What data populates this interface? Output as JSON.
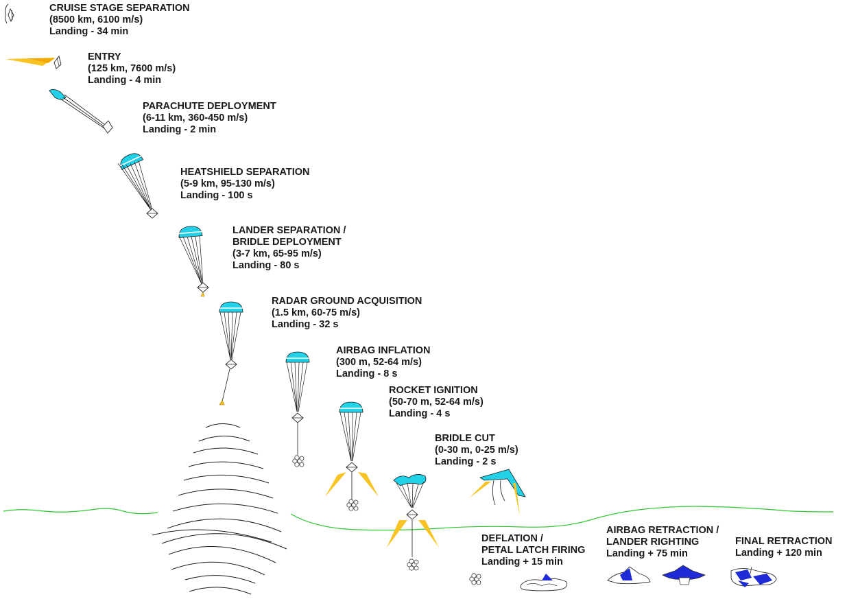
{
  "colors": {
    "canopy": "#22d0e8",
    "flame": "#f7c325",
    "lander_blue": "#1f2bd6",
    "ground": "#2ec72e",
    "line": "#1a1a1a"
  },
  "stages": [
    {
      "lines": [
        "CRUISE STAGE SEPARATION",
        "(8500 km, 6100 m/s)",
        "Landing - 34 min"
      ]
    },
    {
      "lines": [
        "ENTRY",
        "(125 km, 7600 m/s)",
        "Landing - 4 min"
      ]
    },
    {
      "lines": [
        "PARACHUTE DEPLOYMENT",
        "(6-11 km, 360-450 m/s)",
        "Landing - 2 min"
      ]
    },
    {
      "lines": [
        "HEATSHIELD SEPARATION",
        "(5-9 km, 95-130 m/s)",
        "Landing - 100 s"
      ]
    },
    {
      "lines": [
        "LANDER SEPARATION /",
        "BRIDLE DEPLOYMENT",
        "(3-7 km, 65-95 m/s)",
        "Landing - 80 s"
      ]
    },
    {
      "lines": [
        "RADAR GROUND ACQUISITION",
        "(1.5 km, 60-75 m/s)",
        "Landing - 32 s"
      ]
    },
    {
      "lines": [
        "AIRBAG INFLATION",
        "(300 m, 52-64 m/s)",
        "Landing - 8 s"
      ]
    },
    {
      "lines": [
        "ROCKET IGNITION",
        "(50-70 m, 52-64 m/s)",
        "Landing -  4 s"
      ]
    },
    {
      "lines": [
        "BRIDLE CUT",
        "(0-30 m, 0-25 m/s)",
        "Landing - 2 s"
      ]
    },
    {
      "lines": [
        "DEFLATION /",
        "PETAL LATCH FIRING",
        "Landing + 15 min"
      ]
    },
    {
      "lines": [
        "AIRBAG RETRACTION /",
        "LANDER RIGHTING",
        "Landing +   75 min"
      ]
    },
    {
      "lines": [
        "FINAL RETRACTION",
        "Landing +   120 min"
      ]
    }
  ]
}
